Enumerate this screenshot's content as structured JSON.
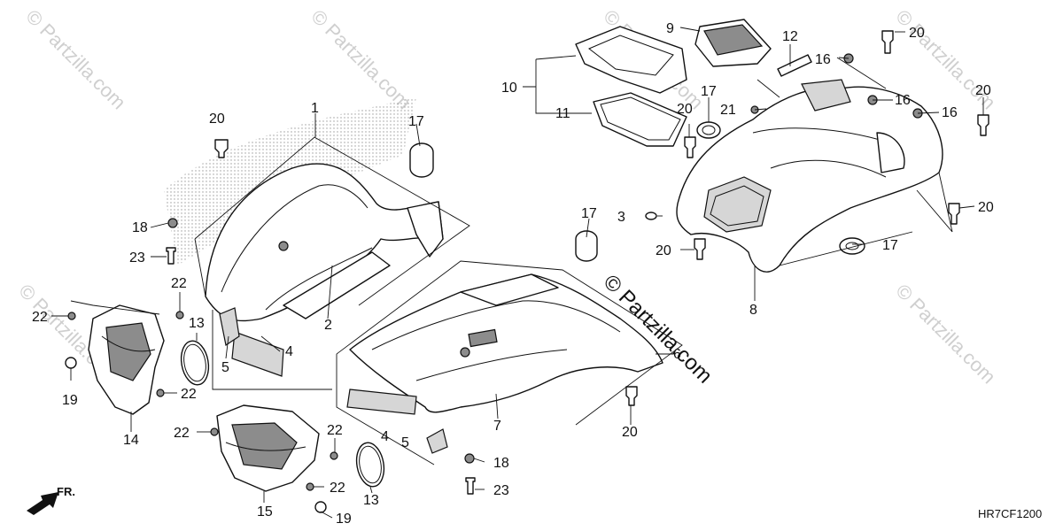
{
  "diagram_code": "HR7CF1200",
  "front_label": "FR.",
  "watermark": "© Partzilla.com",
  "callouts": {
    "c1": "1",
    "c2": "2",
    "c3": "3",
    "c4a": "4",
    "c4b": "4",
    "c5a": "5",
    "c5b": "5",
    "c6": "6",
    "c7": "7",
    "c8": "8",
    "c9": "9",
    "c10": "10",
    "c11": "11",
    "c12": "12",
    "c13a": "13",
    "c13b": "13",
    "c14": "14",
    "c15": "15",
    "c16a": "16",
    "c16b": "16",
    "c16c": "16",
    "c17a": "17",
    "c17b": "17",
    "c17c": "17",
    "c17d": "17",
    "c18a": "18",
    "c18b": "18",
    "c19a": "19",
    "c19b": "19",
    "c20a": "20",
    "c20b": "20",
    "c20c": "20",
    "c20d": "20",
    "c20e": "20",
    "c20f": "20",
    "c20g": "20",
    "c21": "21",
    "c22a": "22",
    "c22b": "22",
    "c22c": "22",
    "c22d": "22",
    "c22e": "22",
    "c22f": "22",
    "c23a": "23",
    "c23b": "23"
  }
}
